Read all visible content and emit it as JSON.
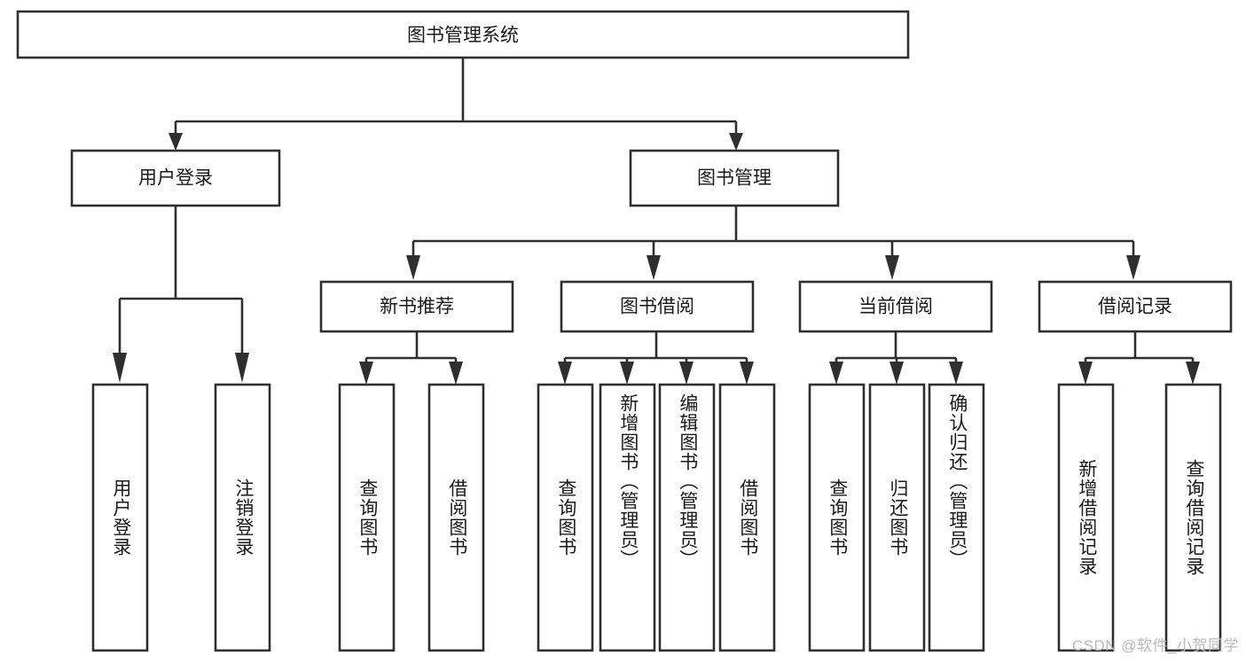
{
  "diagram": {
    "type": "tree",
    "title": "图书管理系统",
    "orientation": "top-down",
    "colors": {
      "box_stroke": "#2f2f2f",
      "box_fill": "#ffffff",
      "text": "#1a1a1a",
      "background": "#ffffff",
      "watermark": "#b9b9b9"
    },
    "root": {
      "label": "图书管理系统"
    },
    "level2": [
      {
        "label": "用户登录"
      },
      {
        "label": "图书管理"
      }
    ],
    "level3": [
      {
        "label": "新书推荐"
      },
      {
        "label": "图书借阅"
      },
      {
        "label": "当前借阅"
      },
      {
        "label": "借阅记录"
      }
    ],
    "leaves": {
      "user_login": [
        "用户登录",
        "注销登录"
      ],
      "new_book_recommend": [
        "查询图书",
        "借阅图书"
      ],
      "book_borrow": [
        "查询图书",
        "新增图书（管理员）",
        "编辑图书（管理员）",
        "借阅图书"
      ],
      "current_borrow": [
        "查询图书",
        "归还图书",
        "确认归还（管理员）"
      ],
      "borrow_record": [
        "新增借阅记录",
        "查询借阅记录"
      ]
    }
  },
  "watermark": {
    "text": "CSDN @软件_小贺同学"
  }
}
